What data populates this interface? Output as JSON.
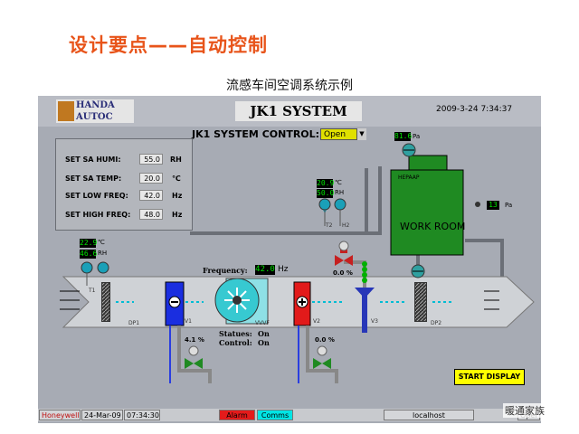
{
  "slide": {
    "title": "设计要点——自动控制",
    "subtitle": "流感车间空调系统示例"
  },
  "header": {
    "logo_line1": "HANDA",
    "logo_line2": "AUTOC",
    "system_title": "JK1 SYSTEM",
    "datetime": "2009-3-24 7:34:37"
  },
  "control": {
    "label": "JK1 SYSTEM CONTROL:",
    "selected": "Open"
  },
  "setpoints": [
    {
      "label": "SET SA HUMI:",
      "value": "55.0",
      "unit": "RH"
    },
    {
      "label": "SET SA TEMP:",
      "value": "20.0",
      "unit": "℃"
    },
    {
      "label": "SET LOW FREQ:",
      "value": "42.0",
      "unit": "Hz"
    },
    {
      "label": "SET HIGH FREQ:",
      "value": "48.0",
      "unit": "Hz"
    }
  ],
  "sensors": {
    "room_temp": "20.9",
    "room_temp_unit": "℃",
    "room_humi": "50.0",
    "room_humi_unit": "RH",
    "inlet_temp": "22.9",
    "inlet_temp_unit": "℃",
    "inlet_humi": "46.6",
    "inlet_humi_unit": "RH",
    "pressure_top": "81.6",
    "pressure_top_unit": "Pa",
    "pressure_room": "13",
    "pressure_room_unit": "Pa"
  },
  "labels": {
    "t1": "T1",
    "t2": "T2",
    "h2": "H2",
    "dp1": "DP1",
    "dp2": "DP2",
    "v1": "V1",
    "v2": "V2",
    "v3": "V3",
    "vvvf": "VVVF",
    "hepa": "HEPAAP",
    "work_room": "WORK ROOM"
  },
  "fan": {
    "freq_label": "Frequency:",
    "freq_value": "42.0",
    "freq_unit": "Hz",
    "status_label": "Statues:",
    "status_value": "On",
    "control_label": "Control:",
    "control_value": "On"
  },
  "valves": {
    "humidifier_pct": "0.0",
    "cooling_pct": "4.1",
    "heating_pct": "0.0",
    "pct_symbol": "%"
  },
  "start_display": "START DISPLAY",
  "statusbar": {
    "brand": "Honeywell",
    "date": "24-Mar-09",
    "time": "07:34:30",
    "alarm": "Alarm",
    "comms": "Comms",
    "host": "localhost",
    "node": "Oper"
  },
  "watermark": "暖通家族",
  "colors": {
    "accent_title": "#e8541a",
    "work_room": "#1f8a22",
    "lcd_green": "#00e000",
    "alarm": "#e41b1b",
    "comms": "#00e5e5",
    "cooling_coil": "#1a2ee0",
    "heating_coil": "#e21a1a",
    "start_button": "#ffff00"
  }
}
